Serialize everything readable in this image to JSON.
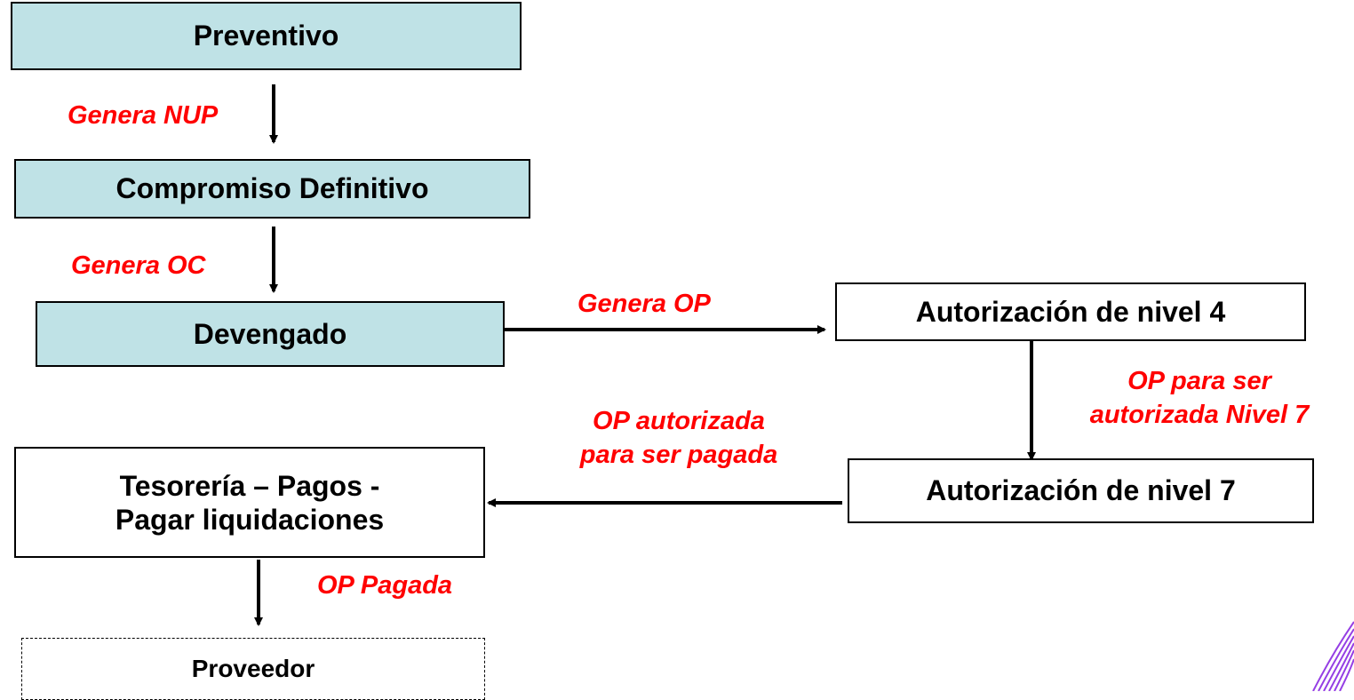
{
  "nodes": {
    "preventivo": "Preventivo",
    "compromiso": "Compromiso Definitivo",
    "devengado": "Devengado",
    "nivel4": "Autorización de nivel 4",
    "nivel7": "Autorización de nivel 7",
    "tesoreria": "Tesorería – Pagos -\nPagar liquidaciones",
    "proveedor": "Proveedor"
  },
  "edges": {
    "genera_nup": "Genera NUP",
    "genera_oc": "Genera OC",
    "genera_op": "Genera OP",
    "op_para_ser_autorizada": "OP  para ser\nautorizada Nivel 7",
    "op_autorizada": "OP  autorizada\npara ser pagada",
    "op_pagada": "OP  Pagada"
  },
  "colors": {
    "box_fill": "#bfe2e6",
    "label_red": "#ff0000",
    "arrow": "#000000",
    "swoosh": "#8a2be2"
  }
}
